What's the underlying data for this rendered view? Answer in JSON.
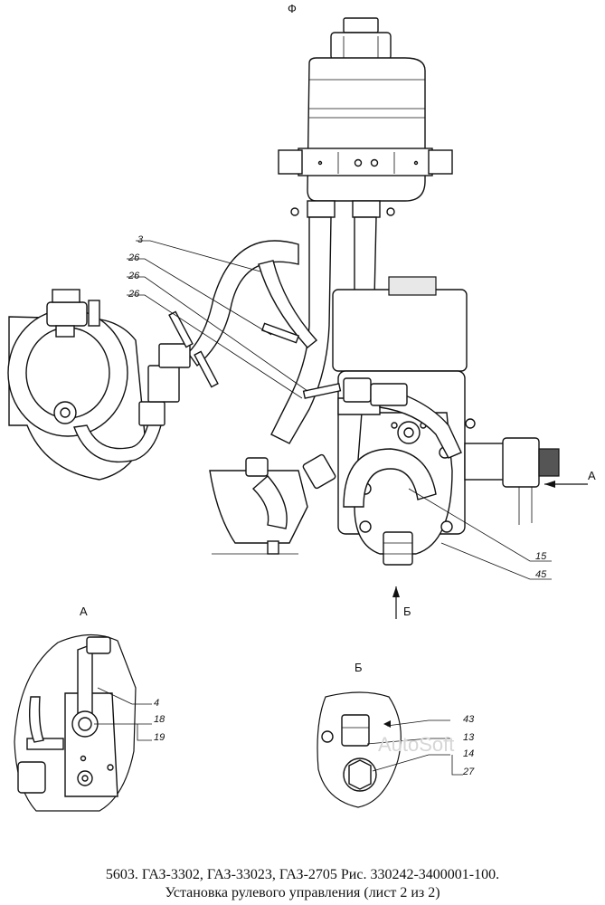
{
  "caption": {
    "line1": "5603. ГАЗ-3302, ГАЗ-33023, ГАЗ-2705 Рис. 330242-3400001-100.",
    "line2": "Установка рулевого управления (лист 2 из 2)"
  },
  "views": {
    "phi": "Ф",
    "a_arrow": "А",
    "b_arrow": "Б",
    "a_detail": "А",
    "b_detail": "Б"
  },
  "callouts": {
    "main": [
      "3",
      "26",
      "26",
      "26",
      "15",
      "45"
    ],
    "view_a": [
      "4",
      "18",
      "19"
    ],
    "view_b": [
      "43",
      "13",
      "14",
      "27"
    ]
  },
  "watermark": "AutoSoft"
}
